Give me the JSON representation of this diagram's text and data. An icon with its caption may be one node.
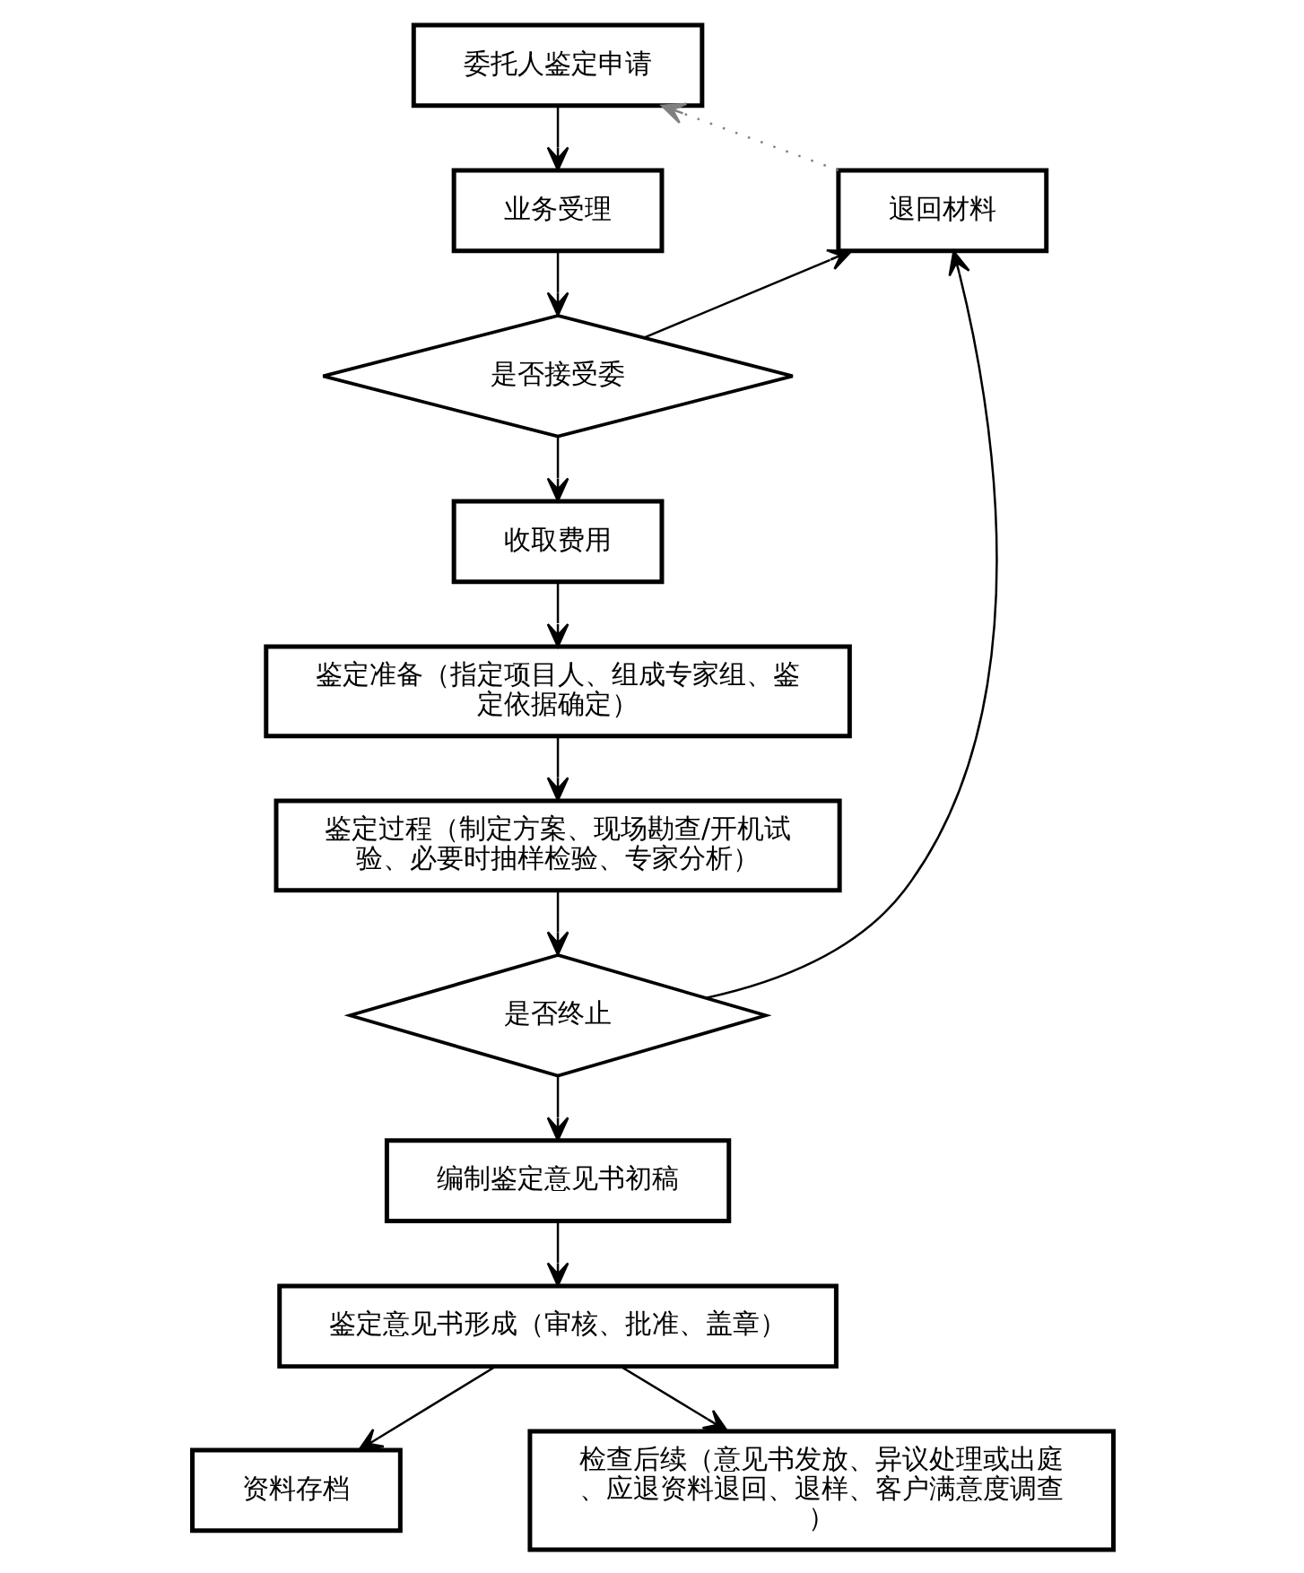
{
  "diagram": {
    "nodes": [
      {
        "text": [
          "委托人鉴定申请"
        ]
      },
      {
        "text": [
          "业务受理"
        ]
      },
      {
        "text": [
          "是否接受委"
        ]
      },
      {
        "text": [
          "收取费用"
        ]
      },
      {
        "text": [
          "鉴定准备（指定项目人、组成专家组、鉴定依据确定）"
        ]
      },
      {
        "text": [
          "鉴定过程（制定方案、现场勘查/开机试验、必要时抽样检验、专家分析）"
        ]
      },
      {
        "text": [
          "是否终止"
        ]
      },
      {
        "text": [
          "编制鉴定意见书初稿"
        ]
      },
      {
        "text": [
          "鉴定意见书形成（审核、批准、盖章）"
        ]
      },
      {
        "text": [
          "资料存档"
        ]
      },
      {
        "text": [
          "检查后续（意见书发放、异议处理或出庭、应退资料退回、退样、客户满意度调查）"
        ]
      },
      {
        "text": [
          "退回材料"
        ]
      }
    ],
    "edges": [
      {
        "from": 0,
        "to": 1,
        "arrow": "to"
      },
      {
        "from": 1,
        "to": 2,
        "arrow": "to"
      },
      {
        "from": 2,
        "to": 3,
        "arrow": "to"
      },
      {
        "from": 3,
        "to": 4,
        "arrow": "to"
      },
      {
        "from": 4,
        "to": 5,
        "arrow": "to"
      },
      {
        "from": 5,
        "to": 6,
        "arrow": "to"
      },
      {
        "from": 6,
        "to": 7,
        "arrow": "to"
      },
      {
        "from": 7,
        "to": 8,
        "arrow": "to"
      },
      {
        "from": 8,
        "to": 9,
        "arrow": "to"
      },
      {
        "from": 8,
        "to": 10,
        "arrow": "to"
      },
      {
        "from": 2,
        "to": 11,
        "arrow": "to"
      },
      {
        "from": 6,
        "to": 11,
        "arrow": "to"
      },
      {
        "from": 11,
        "to": 0,
        "arrow": "to",
        "style": "dashed",
        "color": "#808080"
      }
    ]
  }
}
